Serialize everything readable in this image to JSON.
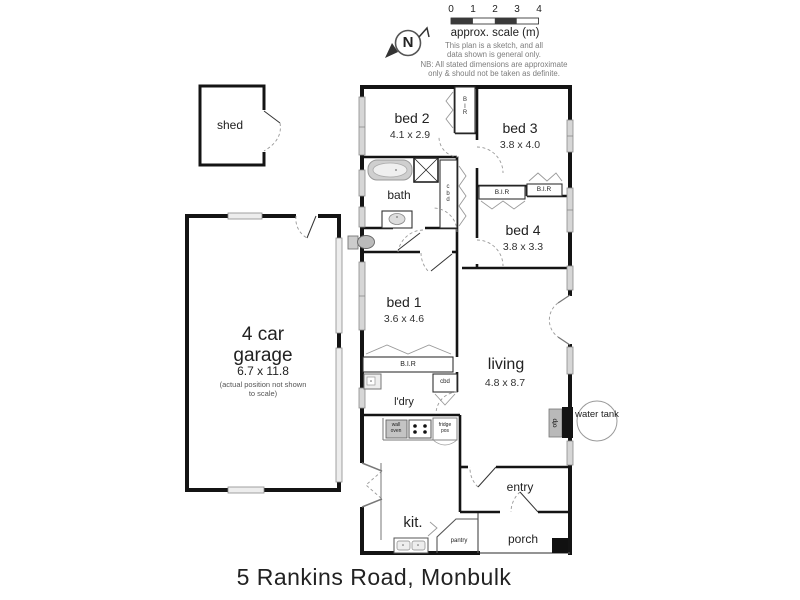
{
  "title": {
    "address": "5 Rankins Road, Monbulk"
  },
  "compass": {
    "letter": "N"
  },
  "scale": {
    "ticks": [
      "0",
      "1",
      "2",
      "3",
      "4"
    ],
    "caption": "approx. scale (m)"
  },
  "disclaimer": {
    "line1": "This plan is a sketch, and all",
    "line2": "data shown is general only.",
    "line3": "NB: All stated dimensions are approximate",
    "line4": "only & should not be taken as definite."
  },
  "rooms": {
    "shed": {
      "name": "shed"
    },
    "garage": {
      "name": "4 car garage",
      "dims": "6.7 x 11.8",
      "note": "(actual position not shown to scale)"
    },
    "bed1": {
      "name": "bed 1",
      "dims": "3.6 x 4.6"
    },
    "bed2": {
      "name": "bed 2",
      "dims": "4.1 x 2.9"
    },
    "bed3": {
      "name": "bed 3",
      "dims": "3.8 x 4.0"
    },
    "bed4": {
      "name": "bed 4",
      "dims": "3.8 x 3.3"
    },
    "bath": {
      "name": "bath"
    },
    "living": {
      "name": "living",
      "dims": "4.8 x 8.7"
    },
    "laundry": {
      "name": "l'dry"
    },
    "kitchen": {
      "name": "kit."
    },
    "pantry": {
      "name": "pantry"
    },
    "entry": {
      "name": "entry"
    },
    "porch": {
      "name": "porch"
    }
  },
  "fixtures": {
    "bir": "B.I.R",
    "bir_stacked": "B\nI\nR",
    "cbd_stacked": "c\nb\nd",
    "cbd": "cbd",
    "ofp": "ofp",
    "wall_oven": "wall oven",
    "fridge_pos": "fridge pos",
    "water_tank": "water tank"
  },
  "colors": {
    "wall": "#141414",
    "window": "#d6d6d6",
    "dark_segment": "#3a3a3a"
  }
}
